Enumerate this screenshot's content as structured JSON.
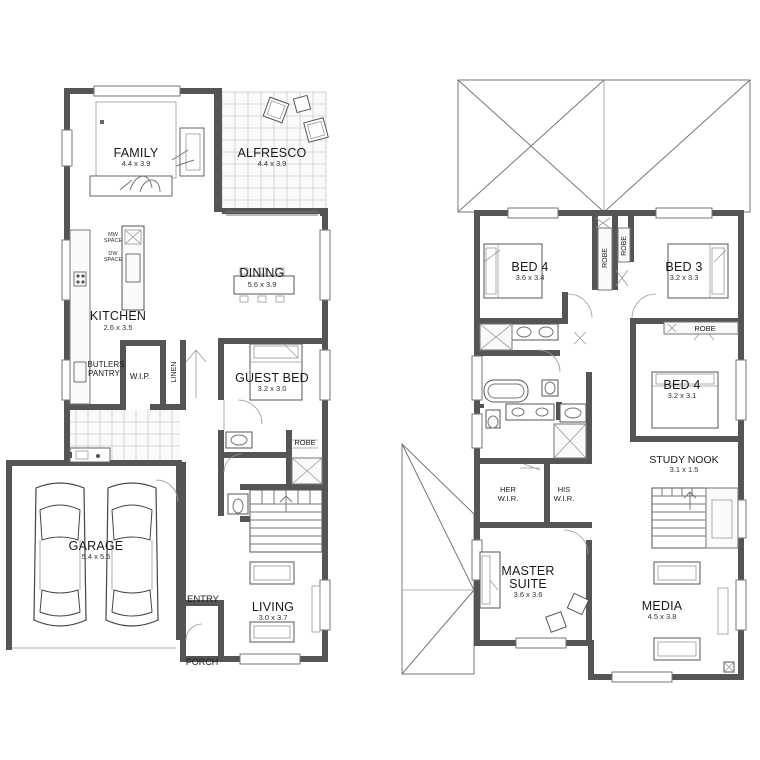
{
  "rooms": {
    "family": {
      "name": "FAMILY",
      "dims": "4.4 x 3.9"
    },
    "alfresco": {
      "name": "ALFRESCO",
      "dims": "4.4 x 3.9"
    },
    "dining": {
      "name": "DINING",
      "dims": "5.6 x 3.9"
    },
    "kitchen": {
      "name": "KITCHEN",
      "dims": "2.6 x 3.5"
    },
    "butlers": {
      "line1": "BUTLERS",
      "line2": "PANTRY"
    },
    "wip": {
      "name": "W.I.P."
    },
    "linen": {
      "name": "LINEN"
    },
    "guest_bed": {
      "name": "GUEST BED",
      "dims": "3.2 x 3.0"
    },
    "robe_ground": {
      "name": "ROBE"
    },
    "garage": {
      "name": "GARAGE",
      "dims": "5.4 x 5.5"
    },
    "entry": {
      "name": "ENTRY"
    },
    "living": {
      "name": "LIVING",
      "dims": "3.0 x 3.7"
    },
    "porch": {
      "name": "PORCH"
    },
    "bed4_left": {
      "name": "BED 4",
      "dims": "3.6 x 3.4"
    },
    "robe_up_a": {
      "name": "ROBE"
    },
    "robe_up_b": {
      "name": "ROBE"
    },
    "bed3": {
      "name": "BED 3",
      "dims": "3.2 x 3.3"
    },
    "robe_up_c": {
      "name": "ROBE"
    },
    "bed4_right": {
      "name": "BED 4",
      "dims": "3.2 x 3.1"
    },
    "study_nook": {
      "name": "STUDY NOOK",
      "dims": "3.1 x 1.5"
    },
    "her_wir": {
      "line1": "HER",
      "line2": "W.I.R."
    },
    "his_wir": {
      "line1": "HIS",
      "line2": "W.I.R."
    },
    "master": {
      "line1": "MASTER",
      "line2": "SUITE",
      "dims": "3.6 x 3.6"
    },
    "media": {
      "name": "MEDIA",
      "dims": "4.5 x 3.8"
    }
  },
  "appliances": {
    "mw_space": {
      "line1": "MW",
      "line2": "SPACE"
    },
    "dw_space": {
      "line1": "DW",
      "line2": "SPACE"
    }
  }
}
